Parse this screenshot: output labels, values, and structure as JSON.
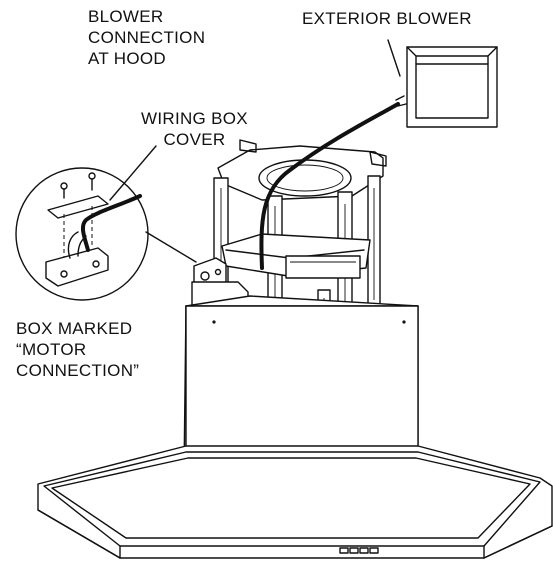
{
  "labels": {
    "blower_connection": [
      "BLOWER",
      "CONNECTION",
      "AT  HOOD"
    ],
    "exterior_blower": "EXTERIOR BLOWER",
    "wiring_box_cover": [
      "WIRING BOX",
      "COVER"
    ],
    "box_marked": [
      "BOX MARKED",
      "“MOTOR",
      "CONNECTION”"
    ]
  }
}
